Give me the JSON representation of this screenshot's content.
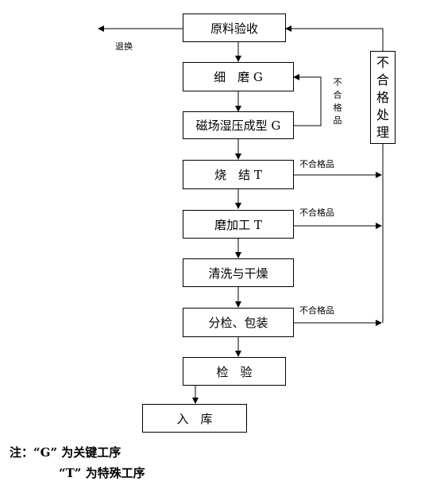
{
  "steps": {
    "incoming": "原料验收",
    "grinding": "细　磨 G",
    "pressing": "磁场湿压成型 G",
    "sintering": "烧　结 T",
    "machining": "磨加工 T",
    "cleaning": "清洗与干燥",
    "sorting": "分检、包装",
    "inspection": "检　验",
    "storage": "入　库"
  },
  "labels": {
    "return": "退换",
    "rework_v": "不合格品",
    "reject_sinter": "不合格品",
    "reject_machining": "不合格品",
    "reject_sorting": "不合格品",
    "nonconforming_box": "不合格处理"
  },
  "notes": {
    "line1": "注：“G” 为关键工序",
    "line2": "“T” 为特殊工序"
  }
}
